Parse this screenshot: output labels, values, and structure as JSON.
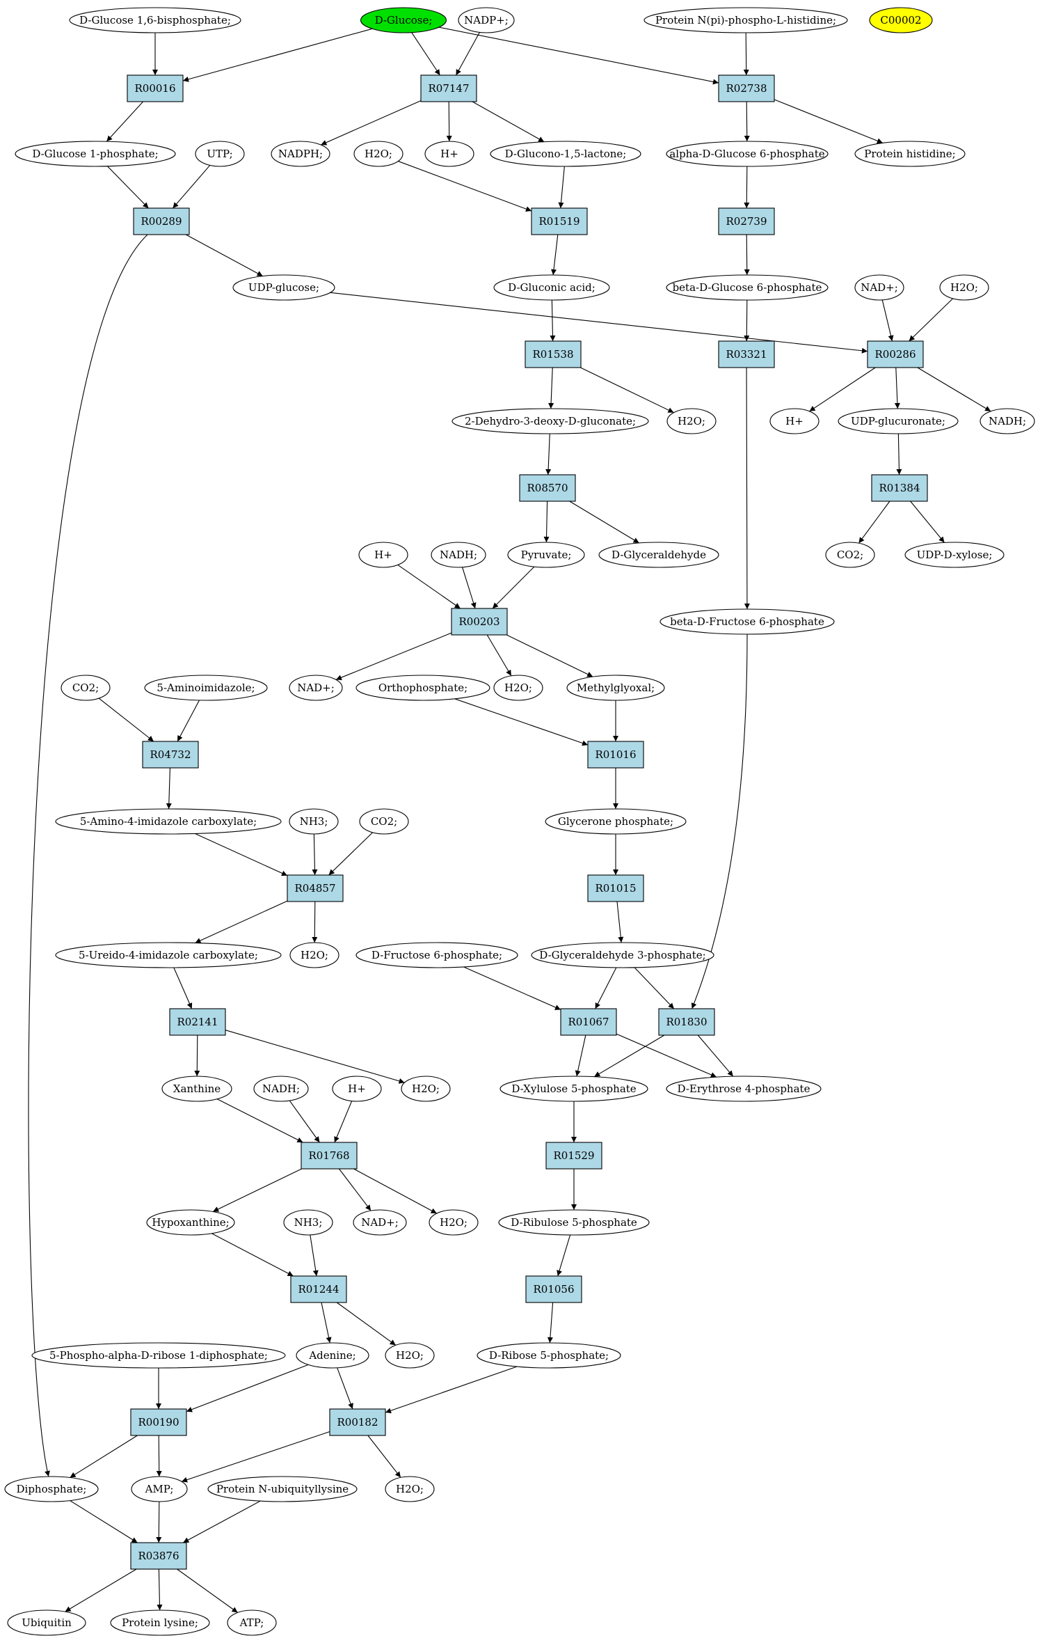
{
  "colors": {
    "reaction_fill": "#add8e6",
    "compound_fill": "#ffffff",
    "start_fill": "#00e000",
    "highlight_fill": "#ffff00"
  },
  "nodes": {
    "glc16bp": {
      "label": "D-Glucose 1,6-bisphosphate;",
      "kind": "compound"
    },
    "dglucose": {
      "label": "D-Glucose;",
      "kind": "compound",
      "fill": "start_fill"
    },
    "nadp": {
      "label": "NADP+;",
      "kind": "compound"
    },
    "protnphos": {
      "label": "Protein N(pi)-phospho-L-histidine;",
      "kind": "compound"
    },
    "c00002": {
      "label": "C00002",
      "kind": "compound",
      "fill": "highlight_fill"
    },
    "r00016": {
      "label": "R00016",
      "kind": "reaction"
    },
    "r07147": {
      "label": "R07147",
      "kind": "reaction"
    },
    "r02738": {
      "label": "R02738",
      "kind": "reaction"
    },
    "glc1p": {
      "label": "D-Glucose 1-phosphate;",
      "kind": "compound"
    },
    "utp": {
      "label": "UTP;",
      "kind": "compound"
    },
    "nadph1": {
      "label": "NADPH;",
      "kind": "compound"
    },
    "h2o_a": {
      "label": "H2O;",
      "kind": "compound"
    },
    "hplus_a": {
      "label": "H+",
      "kind": "compound"
    },
    "gluconolactone": {
      "label": "D-Glucono-1,5-lactone;",
      "kind": "compound"
    },
    "aglc6p": {
      "label": "alpha-D-Glucose 6-phosphate",
      "kind": "compound"
    },
    "prothis": {
      "label": "Protein histidine;",
      "kind": "compound"
    },
    "r00289": {
      "label": "R00289",
      "kind": "reaction"
    },
    "r01519": {
      "label": "R01519",
      "kind": "reaction"
    },
    "r02739": {
      "label": "R02739",
      "kind": "reaction"
    },
    "udpglc": {
      "label": "UDP-glucose;",
      "kind": "compound"
    },
    "gluconic": {
      "label": "D-Gluconic acid;",
      "kind": "compound"
    },
    "bglc6p": {
      "label": "beta-D-Glucose 6-phosphate",
      "kind": "compound"
    },
    "nadplus_a": {
      "label": "NAD+;",
      "kind": "compound"
    },
    "h2o_b": {
      "label": "H2O;",
      "kind": "compound"
    },
    "r01538": {
      "label": "R01538",
      "kind": "reaction"
    },
    "r03321": {
      "label": "R03321",
      "kind": "reaction"
    },
    "r00286": {
      "label": "R00286",
      "kind": "reaction"
    },
    "dehydro": {
      "label": "2-Dehydro-3-deoxy-D-gluconate;",
      "kind": "compound"
    },
    "h2o_c": {
      "label": "H2O;",
      "kind": "compound"
    },
    "hplus_b": {
      "label": "H+",
      "kind": "compound"
    },
    "udpglcur": {
      "label": "UDP-glucuronate;",
      "kind": "compound"
    },
    "nadh_a": {
      "label": "NADH;",
      "kind": "compound"
    },
    "r08570": {
      "label": "R08570",
      "kind": "reaction"
    },
    "r01384": {
      "label": "R01384",
      "kind": "reaction"
    },
    "hplus_c": {
      "label": "H+",
      "kind": "compound"
    },
    "nadh_b": {
      "label": "NADH;",
      "kind": "compound"
    },
    "pyruvate": {
      "label": "Pyruvate;",
      "kind": "compound"
    },
    "glyceraldehyde": {
      "label": "D-Glyceraldehyde",
      "kind": "compound"
    },
    "co2_a": {
      "label": "CO2;",
      "kind": "compound"
    },
    "udpxyl": {
      "label": "UDP-D-xylose;",
      "kind": "compound"
    },
    "r00203": {
      "label": "R00203",
      "kind": "reaction"
    },
    "bfru6p": {
      "label": "beta-D-Fructose 6-phosphate",
      "kind": "compound"
    },
    "co2_b": {
      "label": "CO2;",
      "kind": "compound"
    },
    "aminoimid": {
      "label": "5-Aminoimidazole;",
      "kind": "compound"
    },
    "nadplus_b": {
      "label": "NAD+;",
      "kind": "compound"
    },
    "orthophos": {
      "label": "Orthophosphate;",
      "kind": "compound"
    },
    "h2o_d": {
      "label": "H2O;",
      "kind": "compound"
    },
    "methylglyoxal": {
      "label": "Methylglyoxal;",
      "kind": "compound"
    },
    "r04732": {
      "label": "R04732",
      "kind": "reaction"
    },
    "r01016": {
      "label": "R01016",
      "kind": "reaction"
    },
    "aicarb": {
      "label": "5-Amino-4-imidazole carboxylate;",
      "kind": "compound"
    },
    "nh3_a": {
      "label": "NH3;",
      "kind": "compound"
    },
    "co2_c": {
      "label": "CO2;",
      "kind": "compound"
    },
    "glycerone": {
      "label": "Glycerone phosphate;",
      "kind": "compound"
    },
    "r04857": {
      "label": "R04857",
      "kind": "reaction"
    },
    "r01015": {
      "label": "R01015",
      "kind": "reaction"
    },
    "ureido": {
      "label": "5-Ureido-4-imidazole carboxylate;",
      "kind": "compound"
    },
    "h2o_e": {
      "label": "H2O;",
      "kind": "compound"
    },
    "dfru6p": {
      "label": "D-Fructose 6-phosphate;",
      "kind": "compound"
    },
    "g3p": {
      "label": "D-Glyceraldehyde 3-phosphate;",
      "kind": "compound"
    },
    "r02141": {
      "label": "R02141",
      "kind": "reaction"
    },
    "r01067": {
      "label": "R01067",
      "kind": "reaction"
    },
    "r01830": {
      "label": "R01830",
      "kind": "reaction"
    },
    "xanthine": {
      "label": "Xanthine",
      "kind": "compound"
    },
    "nadh_c": {
      "label": "NADH;",
      "kind": "compound"
    },
    "hplus_d": {
      "label": "H+",
      "kind": "compound"
    },
    "h2o_f": {
      "label": "H2O;",
      "kind": "compound"
    },
    "xyl5p": {
      "label": "D-Xylulose 5-phosphate",
      "kind": "compound"
    },
    "ery4p": {
      "label": "D-Erythrose 4-phosphate",
      "kind": "compound"
    },
    "r01768": {
      "label": "R01768",
      "kind": "reaction"
    },
    "r01529": {
      "label": "R01529",
      "kind": "reaction"
    },
    "hypoxanthine": {
      "label": "Hypoxanthine;",
      "kind": "compound"
    },
    "nh3_b": {
      "label": "NH3;",
      "kind": "compound"
    },
    "nadplus_c": {
      "label": "NAD+;",
      "kind": "compound"
    },
    "h2o_g": {
      "label": "H2O;",
      "kind": "compound"
    },
    "ribu5p": {
      "label": "D-Ribulose 5-phosphate",
      "kind": "compound"
    },
    "r01244": {
      "label": "R01244",
      "kind": "reaction"
    },
    "r01056": {
      "label": "R01056",
      "kind": "reaction"
    },
    "prpp": {
      "label": "5-Phospho-alpha-D-ribose 1-diphosphate;",
      "kind": "compound"
    },
    "adenine": {
      "label": "Adenine;",
      "kind": "compound"
    },
    "h2o_h": {
      "label": "H2O;",
      "kind": "compound"
    },
    "rib5p": {
      "label": "D-Ribose 5-phosphate;",
      "kind": "compound"
    },
    "r00190": {
      "label": "R00190",
      "kind": "reaction"
    },
    "r00182": {
      "label": "R00182",
      "kind": "reaction"
    },
    "diphosphate": {
      "label": "Diphosphate;",
      "kind": "compound"
    },
    "amp": {
      "label": "AMP;",
      "kind": "compound"
    },
    "protnubi": {
      "label": "Protein N-ubiquityllysine",
      "kind": "compound"
    },
    "h2o_i": {
      "label": "H2O;",
      "kind": "compound"
    },
    "r03876": {
      "label": "R03876",
      "kind": "reaction"
    },
    "ubiquitin": {
      "label": "Ubiquitin",
      "kind": "compound"
    },
    "protlys": {
      "label": "Protein lysine;",
      "kind": "compound"
    },
    "atp": {
      "label": "ATP;",
      "kind": "compound"
    }
  },
  "edges": [
    [
      "glc16bp",
      "r00016"
    ],
    [
      "dglucose",
      "r00016"
    ],
    [
      "r00016",
      "glc1p"
    ],
    [
      "dglucose",
      "r07147"
    ],
    [
      "nadp",
      "r07147"
    ],
    [
      "r07147",
      "nadph1"
    ],
    [
      "r07147",
      "hplus_a"
    ],
    [
      "r07147",
      "gluconolactone"
    ],
    [
      "dglucose",
      "r02738"
    ],
    [
      "protnphos",
      "r02738"
    ],
    [
      "r02738",
      "aglc6p"
    ],
    [
      "r02738",
      "prothis"
    ],
    [
      "glc1p",
      "r00289"
    ],
    [
      "utp",
      "r00289"
    ],
    [
      "r00289",
      "udpglc"
    ],
    [
      "r00289",
      "diphosphate"
    ],
    [
      "h2o_a",
      "r01519"
    ],
    [
      "gluconolactone",
      "r01519"
    ],
    [
      "r01519",
      "gluconic"
    ],
    [
      "aglc6p",
      "r02739"
    ],
    [
      "r02739",
      "bglc6p"
    ],
    [
      "udpglc",
      "r00286"
    ],
    [
      "nadplus_a",
      "r00286"
    ],
    [
      "h2o_b",
      "r00286"
    ],
    [
      "r00286",
      "hplus_b"
    ],
    [
      "r00286",
      "udpglcur"
    ],
    [
      "r00286",
      "nadh_a"
    ],
    [
      "gluconic",
      "r01538"
    ],
    [
      "r01538",
      "dehydro"
    ],
    [
      "r01538",
      "h2o_c"
    ],
    [
      "bglc6p",
      "r03321"
    ],
    [
      "r03321",
      "bfru6p"
    ],
    [
      "dehydro",
      "r08570"
    ],
    [
      "r08570",
      "pyruvate"
    ],
    [
      "r08570",
      "glyceraldehyde"
    ],
    [
      "udpglcur",
      "r01384"
    ],
    [
      "r01384",
      "co2_a"
    ],
    [
      "r01384",
      "udpxyl"
    ],
    [
      "hplus_c",
      "r00203"
    ],
    [
      "nadh_b",
      "r00203"
    ],
    [
      "pyruvate",
      "r00203"
    ],
    [
      "r00203",
      "nadplus_b"
    ],
    [
      "r00203",
      "h2o_d"
    ],
    [
      "r00203",
      "methylglyoxal"
    ],
    [
      "co2_b",
      "r04732"
    ],
    [
      "aminoimid",
      "r04732"
    ],
    [
      "r04732",
      "aicarb"
    ],
    [
      "orthophos",
      "r01016"
    ],
    [
      "methylglyoxal",
      "r01016"
    ],
    [
      "r01016",
      "glycerone"
    ],
    [
      "aicarb",
      "r04857"
    ],
    [
      "nh3_a",
      "r04857"
    ],
    [
      "co2_c",
      "r04857"
    ],
    [
      "r04857",
      "ureido"
    ],
    [
      "r04857",
      "h2o_e"
    ],
    [
      "glycerone",
      "r01015"
    ],
    [
      "r01015",
      "g3p"
    ],
    [
      "ureido",
      "r02141"
    ],
    [
      "r02141",
      "xanthine"
    ],
    [
      "r02141",
      "h2o_f"
    ],
    [
      "dfru6p",
      "r01067"
    ],
    [
      "g3p",
      "r01067"
    ],
    [
      "g3p",
      "r01830"
    ],
    [
      "bfru6p",
      "r01830"
    ],
    [
      "r01067",
      "xyl5p"
    ],
    [
      "r01067",
      "ery4p"
    ],
    [
      "r01830",
      "xyl5p"
    ],
    [
      "r01830",
      "ery4p"
    ],
    [
      "xanthine",
      "r01768"
    ],
    [
      "nadh_c",
      "r01768"
    ],
    [
      "hplus_d",
      "r01768"
    ],
    [
      "r01768",
      "hypoxanthine"
    ],
    [
      "r01768",
      "nadplus_c"
    ],
    [
      "r01768",
      "h2o_g"
    ],
    [
      "xyl5p",
      "r01529"
    ],
    [
      "r01529",
      "ribu5p"
    ],
    [
      "hypoxanthine",
      "r01244"
    ],
    [
      "nh3_b",
      "r01244"
    ],
    [
      "r01244",
      "adenine"
    ],
    [
      "r01244",
      "h2o_h"
    ],
    [
      "ribu5p",
      "r01056"
    ],
    [
      "r01056",
      "rib5p"
    ],
    [
      "prpp",
      "r00190"
    ],
    [
      "adenine",
      "r00190"
    ],
    [
      "r00190",
      "diphosphate"
    ],
    [
      "r00190",
      "amp"
    ],
    [
      "adenine",
      "r00182"
    ],
    [
      "rib5p",
      "r00182"
    ],
    [
      "r00182",
      "amp"
    ],
    [
      "r00182",
      "h2o_i"
    ],
    [
      "diphosphate",
      "r03876"
    ],
    [
      "amp",
      "r03876"
    ],
    [
      "protnubi",
      "r03876"
    ],
    [
      "r03876",
      "ubiquitin"
    ],
    [
      "r03876",
      "protlys"
    ],
    [
      "r03876",
      "atp"
    ]
  ]
}
